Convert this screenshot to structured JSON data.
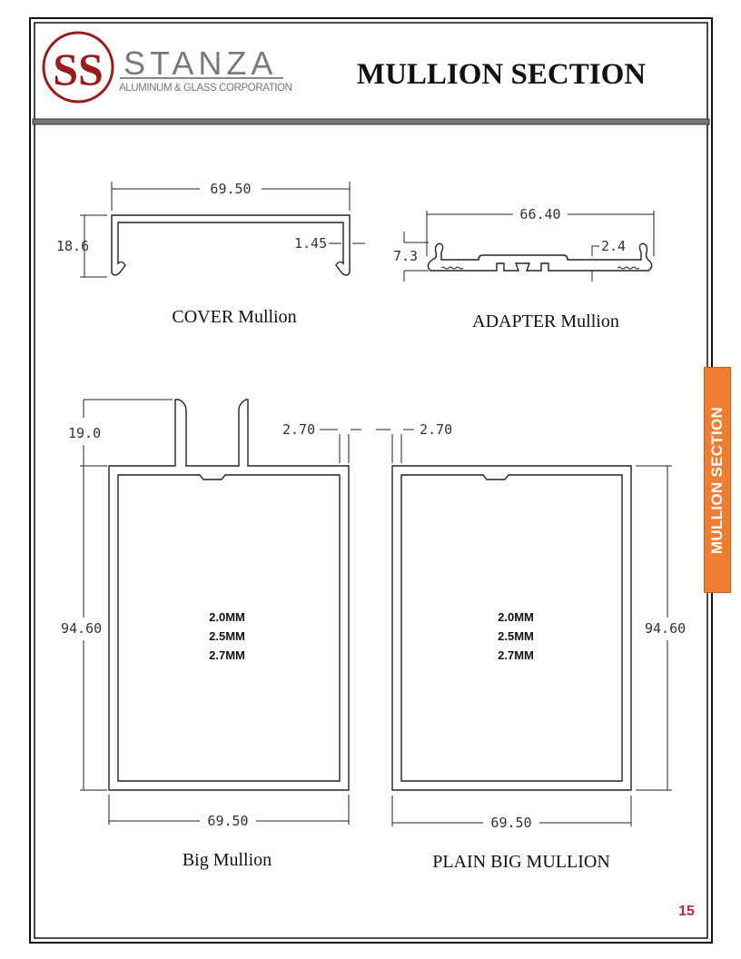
{
  "header": {
    "logo_monogram": "SS",
    "brand": "STANZA",
    "brand_sub": "ALUMINUM & GLASS CORPORATION",
    "title": "MULLION SECTION"
  },
  "side_tab": {
    "label": "MULLION SECTION",
    "color": "#F07D32"
  },
  "cover": {
    "caption": "COVER Mullion",
    "width": "69.50",
    "height": "18.6",
    "thickness": "1.45"
  },
  "adapter": {
    "caption": "ADAPTER Mullion",
    "width": "66.40",
    "height": "7.3",
    "thickness": "2.4"
  },
  "big": {
    "caption": "Big Mullion",
    "fin_height": "19.0",
    "wall": "2.70",
    "height": "94.60",
    "width": "69.50",
    "thicknesses": [
      "2.0MM",
      "2.5MM",
      "2.7MM"
    ]
  },
  "plain": {
    "caption": "PLAIN BIG MULLION",
    "wall": "2.70",
    "height": "94.60",
    "width": "69.50",
    "thicknesses": [
      "2.0MM",
      "2.5MM",
      "2.7MM"
    ]
  },
  "page_number": "15"
}
